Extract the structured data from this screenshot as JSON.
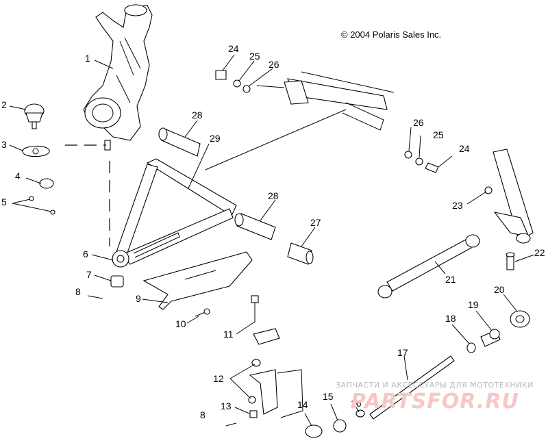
{
  "copyright": "© 2004 Polaris Sales Inc.",
  "watermark": {
    "line1": "ЗАПЧАСТИ И АКСЕССУАРЫ ДЛЯ МОТОТЕХНИКИ",
    "line2": "PARTSFOR.RU",
    "color": "#f2a0a0"
  },
  "callouts": {
    "c1": "1",
    "c2": "2",
    "c3": "3",
    "c4": "4",
    "c5": "5",
    "c6": "6",
    "c7": "7",
    "c8a": "8",
    "c8b": "8",
    "c9": "9",
    "c10": "10",
    "c11": "11",
    "c12": "12",
    "c13": "13",
    "c14": "14",
    "c15": "15",
    "c16": "16",
    "c17": "17",
    "c18": "18",
    "c19": "19",
    "c20": "20",
    "c21": "21",
    "c22": "22",
    "c23": "23",
    "c24a": "24",
    "c24b": "24",
    "c25a": "25",
    "c25b": "25",
    "c26a": "26",
    "c26b": "26",
    "c27": "27",
    "c28a": "28",
    "c28b": "28",
    "c29": "29"
  }
}
